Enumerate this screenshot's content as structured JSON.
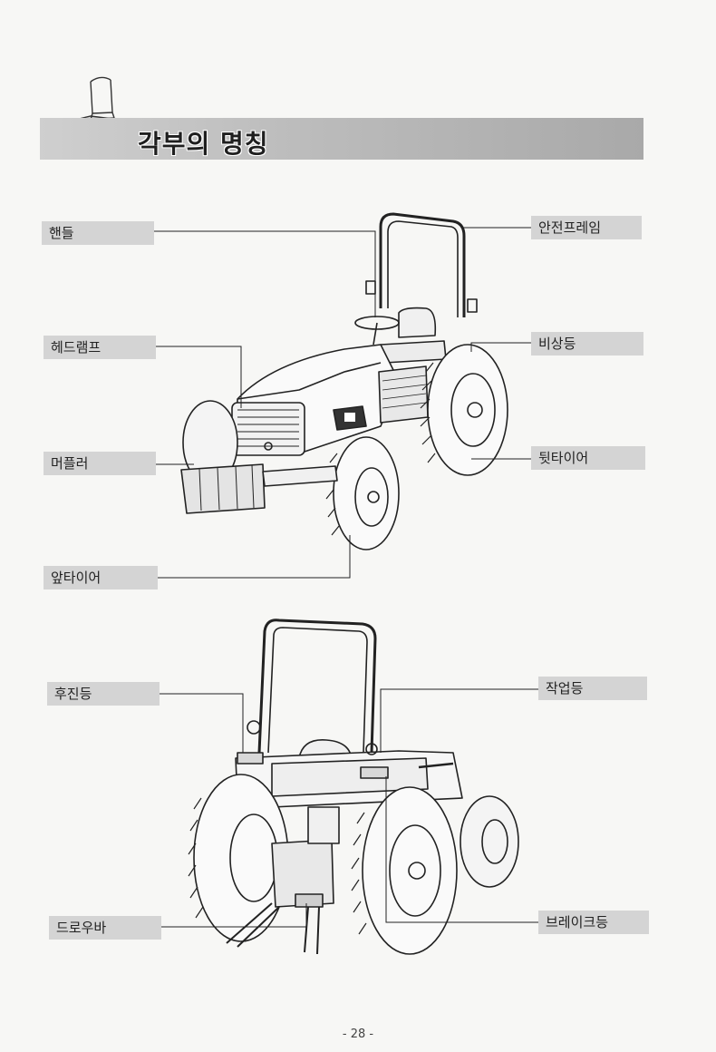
{
  "header": {
    "title": "각부의 명칭"
  },
  "top_diagram": {
    "labels": {
      "handle": "핸들",
      "headlamp": "헤드램프",
      "muffler": "머플러",
      "front_tire": "앞타이어",
      "safety_frame": "안전프레임",
      "hazard_light": "비상등",
      "rear_tire": "뒷타이어"
    }
  },
  "bottom_diagram": {
    "labels": {
      "reverse_light": "후진등",
      "drawbar": "드로우바",
      "work_light": "작업등",
      "brake_light": "브레이크등"
    }
  },
  "footer": {
    "page_number": "- 28 -"
  }
}
